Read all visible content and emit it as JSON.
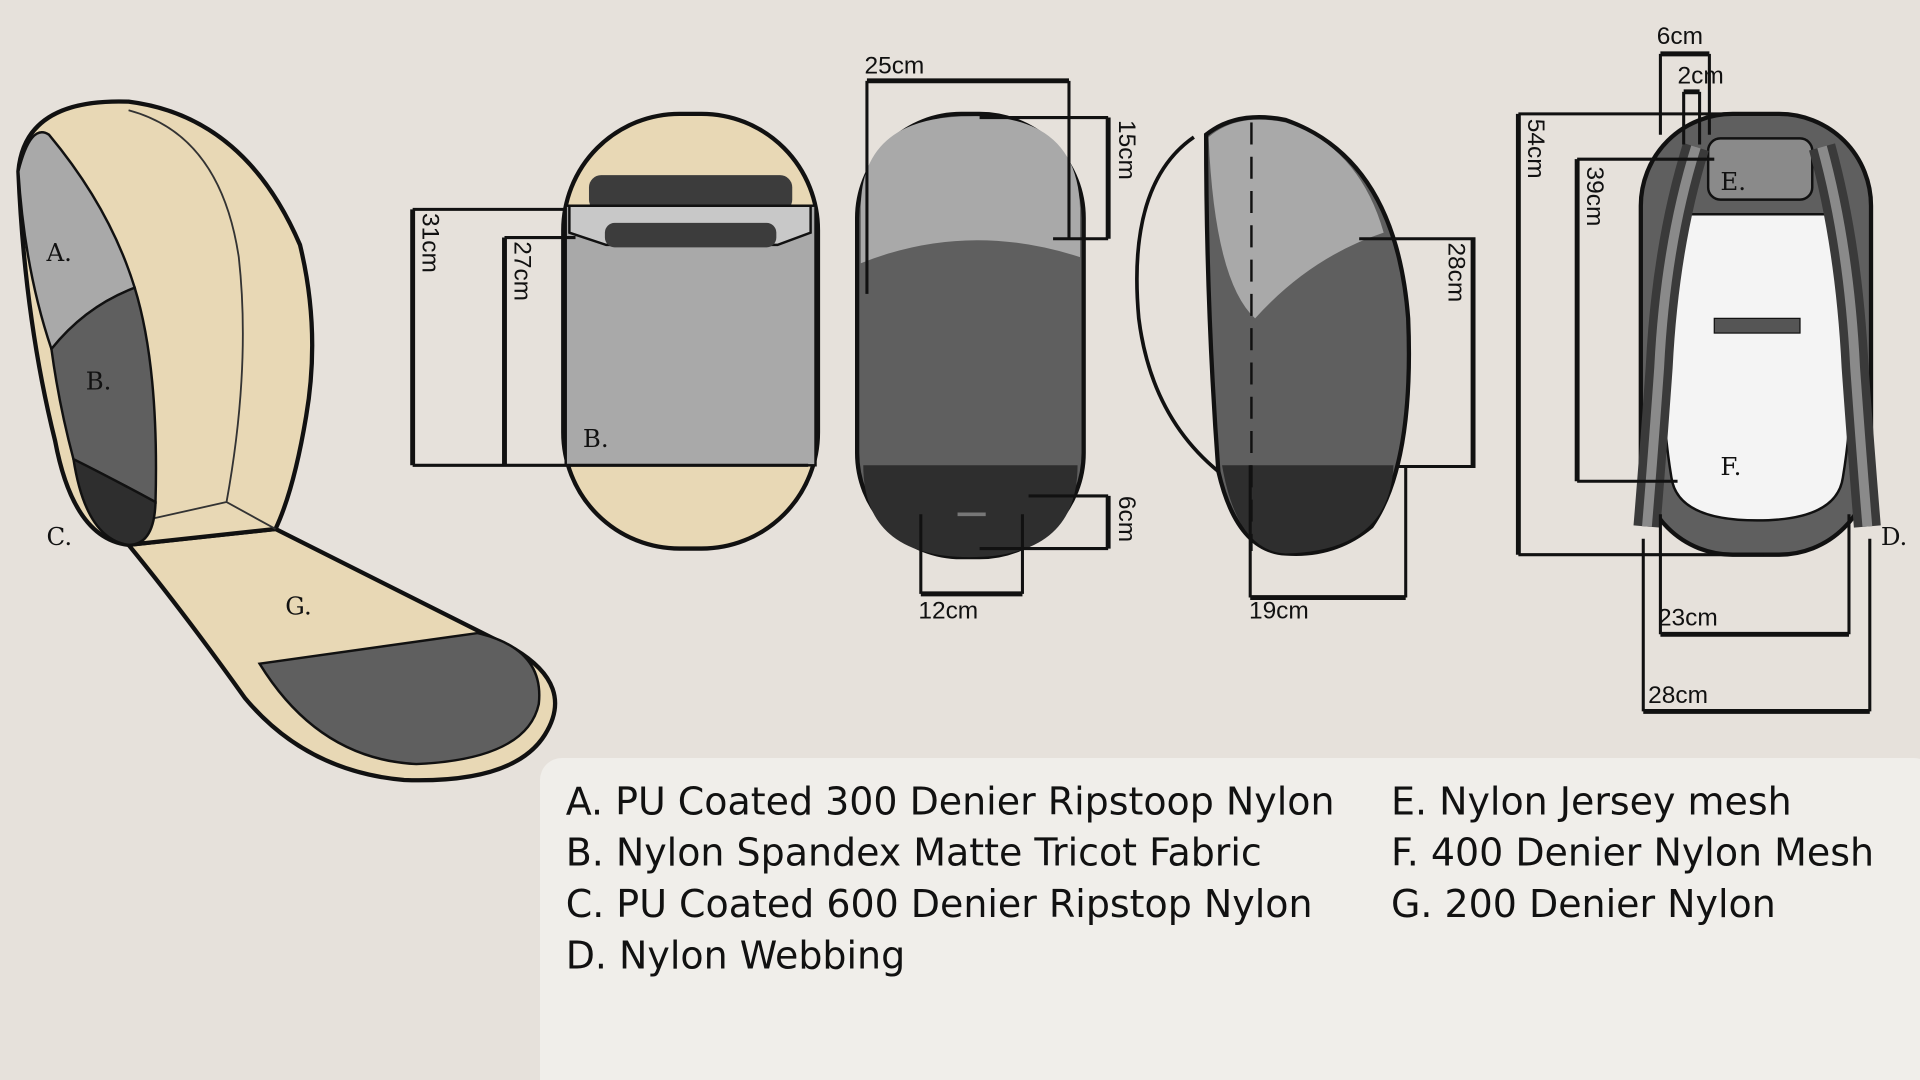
{
  "colors": {
    "background": "#e6e1db",
    "panel": "#f0eeea",
    "cream": "#e8d8b5",
    "light_gray": "#a9a9a9",
    "dark_gray": "#5f5f5f",
    "black_panel": "#2e2e2e",
    "mesh": "#f4f4f4"
  },
  "part_labels": {
    "a": "A.",
    "b": "B.",
    "c": "C.",
    "d": "D.",
    "e": "E.",
    "f": "F.",
    "g": "G.",
    "b_front": "B."
  },
  "dimensions": {
    "front_height_outer": "31cm",
    "front_height_inner": "27cm",
    "width_top": "25cm",
    "top_height": "15cm",
    "bottom_height": "6cm",
    "bottom_width": "12cm",
    "side_height": "28cm",
    "side_depth": "19cm",
    "strap_outer": "6cm",
    "strap_inner": "2cm",
    "back_height": "54cm",
    "mesh_height": "39cm",
    "back_width_inner": "23cm",
    "back_width_outer": "28cm"
  },
  "legend": {
    "left": [
      "A. PU Coated 300 Denier Ripstoop Nylon",
      "B. Nylon Spandex Matte Tricot Fabric",
      "C. PU Coated 600 Denier Ripstop Nylon",
      "D. Nylon Webbing"
    ],
    "right": [
      "E. Nylon Jersey mesh",
      "F. 400 Denier Nylon Mesh",
      "G. 200 Denier Nylon"
    ]
  }
}
